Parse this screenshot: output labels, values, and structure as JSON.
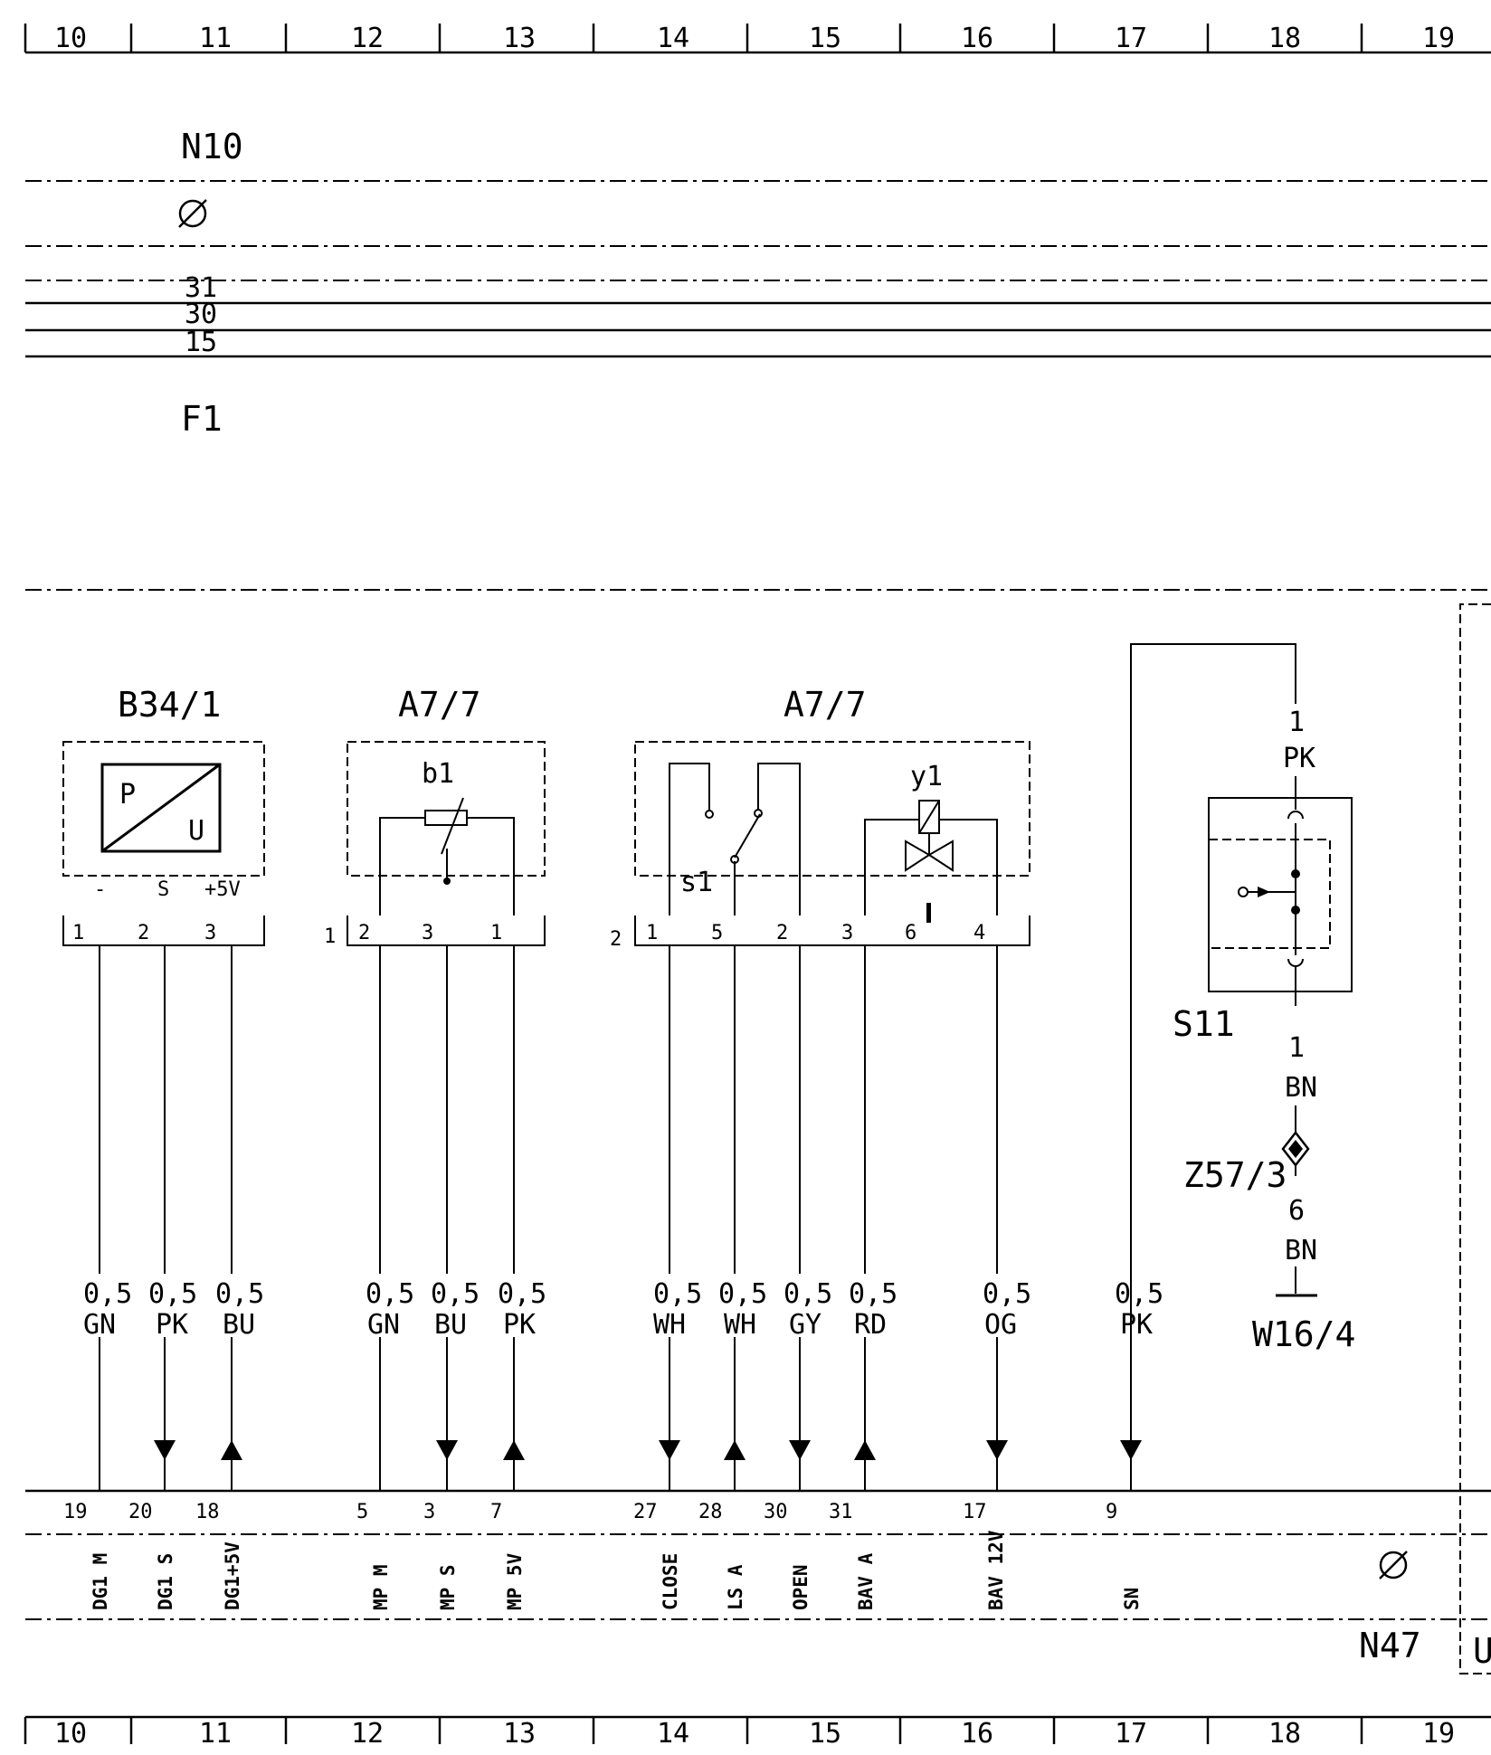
{
  "grid": {
    "columns": [
      "10",
      "11",
      "12",
      "13",
      "14",
      "15",
      "16",
      "17",
      "18",
      "19"
    ]
  },
  "top": {
    "n10": "N10",
    "f1": "F1",
    "rails": [
      "31",
      "30",
      "15"
    ]
  },
  "components": {
    "b34_1": {
      "label": "B34/1",
      "pu_p": "P",
      "pu_u": "U",
      "pin_minus": "-",
      "pin_s": "S",
      "pin_5v": "+5V",
      "pins": [
        "1",
        "2",
        "3"
      ]
    },
    "a7_7_a": {
      "label": "A7/7",
      "b1": "b1",
      "conn": "1",
      "pins": [
        "2",
        "3",
        "1"
      ]
    },
    "a7_7_b": {
      "label": "A7/7",
      "s1": "s1",
      "y1": "y1",
      "conn": "2",
      "pins": [
        "1",
        "5",
        "2",
        "3",
        "6",
        "4"
      ]
    },
    "s11": {
      "label": "S11",
      "pin_top": "1",
      "color_top": "PK",
      "pin_bot": "1",
      "color_bot": "BN"
    },
    "z57_3": {
      "label": "Z57/3",
      "pin": "6",
      "color": "BN"
    },
    "w16_4": {
      "label": "W16/4"
    }
  },
  "wires": [
    {
      "size": "0,5",
      "color": "GN"
    },
    {
      "size": "0,5",
      "color": "PK"
    },
    {
      "size": "0,5",
      "color": "BU"
    },
    {
      "size": "0,5",
      "color": "GN"
    },
    {
      "size": "0,5",
      "color": "BU"
    },
    {
      "size": "0,5",
      "color": "PK"
    },
    {
      "size": "0,5",
      "color": "WH"
    },
    {
      "size": "0,5",
      "color": "WH"
    },
    {
      "size": "0,5",
      "color": "GY"
    },
    {
      "size": "0,5",
      "color": "RD"
    },
    {
      "size": "0,5",
      "color": "OG"
    },
    {
      "size": "0,5",
      "color": "PK"
    }
  ],
  "n47": {
    "label": "N47",
    "pins": [
      "19",
      "20",
      "18",
      "5",
      "3",
      "7",
      "27",
      "28",
      "30",
      "31",
      "17",
      "9"
    ],
    "signals": [
      "DG1 M",
      "DG1 S",
      "DG1+5V",
      "MP M",
      "MP S",
      "MP 5V",
      "CLOSE",
      "LS A",
      "OPEN",
      "BAV A",
      "BAV 12V",
      "SN"
    ]
  },
  "edge_letter": "U"
}
